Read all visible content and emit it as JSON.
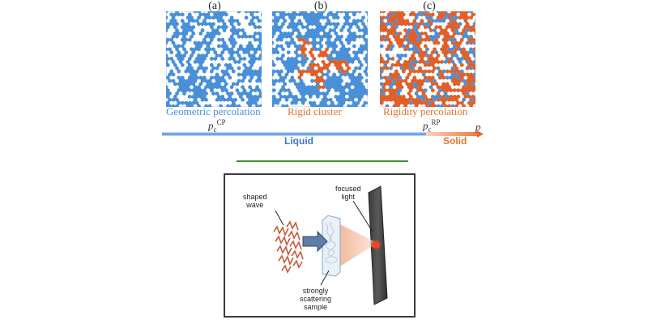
{
  "panels": [
    {
      "letter": "(a)",
      "caption": "Geometric percolation",
      "caption_color": "#4f8fd6",
      "cluster": "none",
      "filled_fraction": 0.55
    },
    {
      "letter": "(b)",
      "caption": "Rigid cluster",
      "caption_color": "#e0742f",
      "cluster": "central",
      "filled_fraction": 0.6
    },
    {
      "letter": "(c)",
      "caption": "Rigidity percolation",
      "caption_color": "#e0742f",
      "cluster": "spanning",
      "filled_fraction": 0.7
    }
  ],
  "axis": {
    "p_cp_main": "p",
    "p_cp_sub": "c",
    "p_cp_sup": "CP",
    "p_rp_main": "p",
    "p_rp_sub": "c",
    "p_rp_sup": "RP",
    "p_end": "p",
    "liquid": "Liquid",
    "solid": "Solid"
  },
  "colors": {
    "blue": "#4a90d9",
    "orange": "#e0602a",
    "liquid_text": "#3a78c0",
    "solid_text": "#e0742f",
    "divider": "#3f8f2f"
  },
  "inset": {
    "shaped_wave": [
      "shaped",
      "wave"
    ],
    "focused_light": [
      "focused",
      "light"
    ],
    "sample": [
      "strongly",
      "scattering",
      "sample"
    ]
  }
}
